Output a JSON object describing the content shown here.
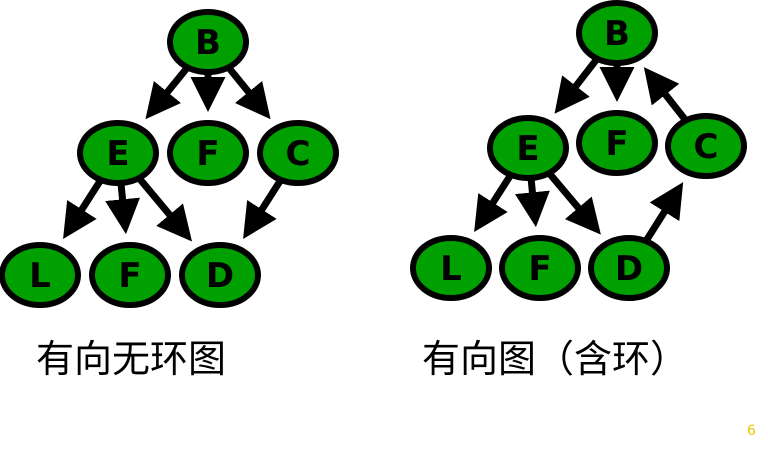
{
  "colors": {
    "node_fill": "#00a000",
    "node_stroke": "#000000",
    "edge": "#000000",
    "page_number": "#e8c800"
  },
  "graphs": [
    {
      "caption": "有向无环图",
      "nodes": [
        {
          "id": "B",
          "label": "B"
        },
        {
          "id": "E",
          "label": "E"
        },
        {
          "id": "F1",
          "label": "F"
        },
        {
          "id": "C",
          "label": "C"
        },
        {
          "id": "L",
          "label": "L"
        },
        {
          "id": "F2",
          "label": "F"
        },
        {
          "id": "D",
          "label": "D"
        }
      ],
      "edges": [
        {
          "from": "B",
          "to": "E"
        },
        {
          "from": "B",
          "to": "F1"
        },
        {
          "from": "B",
          "to": "C"
        },
        {
          "from": "E",
          "to": "L"
        },
        {
          "from": "E",
          "to": "F2"
        },
        {
          "from": "E",
          "to": "D"
        },
        {
          "from": "C",
          "to": "D"
        }
      ]
    },
    {
      "caption": "有向图（含环）",
      "nodes": [
        {
          "id": "B",
          "label": "B"
        },
        {
          "id": "E",
          "label": "E"
        },
        {
          "id": "F1",
          "label": "F"
        },
        {
          "id": "C",
          "label": "C"
        },
        {
          "id": "L",
          "label": "L"
        },
        {
          "id": "F2",
          "label": "F"
        },
        {
          "id": "D",
          "label": "D"
        }
      ],
      "edges": [
        {
          "from": "B",
          "to": "E"
        },
        {
          "from": "B",
          "to": "F1"
        },
        {
          "from": "C",
          "to": "B"
        },
        {
          "from": "E",
          "to": "L"
        },
        {
          "from": "E",
          "to": "F2"
        },
        {
          "from": "E",
          "to": "D"
        },
        {
          "from": "D",
          "to": "C"
        }
      ]
    }
  ],
  "page_number": "6"
}
